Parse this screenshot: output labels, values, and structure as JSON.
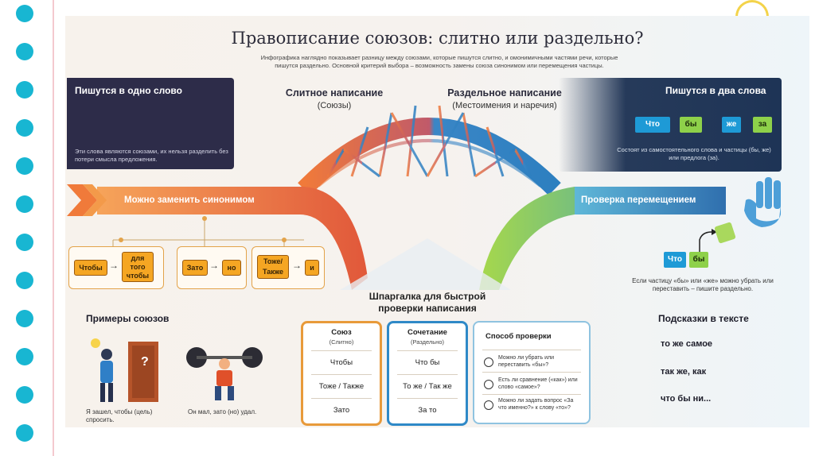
{
  "header": {
    "title": "Правописание союзов: слитно или раздельно?",
    "subtitle_line1": "Инфографика наглядно показывает разницу между союзами, которые пишутся слитно, и омонимичными частями речи, которые",
    "subtitle_line2": "пишутся раздельно. Основной критерий выбора – возможность замены союза синонимом или перемещения частицы."
  },
  "left_panel": {
    "heading": "Пишутся в одно слово",
    "description": "Эти слова являются союзами, их нельзя разделить без потери смысла предложения."
  },
  "right_panel": {
    "heading": "Пишутся в два слова",
    "words": [
      "Что",
      "бы",
      "же",
      "за"
    ],
    "description": "Состоят из самостоятельного слова и частицы (бы, же) или предлога (за)."
  },
  "columns": {
    "left_title": "Слитное написание",
    "left_sub": "(Союзы)",
    "right_title": "Раздельное написание",
    "right_sub": "(Местоимения и наречия)"
  },
  "ribbons": {
    "left": "Можно заменить синонимом",
    "right": "Проверка перемещением"
  },
  "synonyms": [
    {
      "from": "Чтобы",
      "to": "для того чтобы"
    },
    {
      "from": "Зато",
      "to": "но"
    },
    {
      "from": "Тоже/ Также",
      "to": "и"
    }
  ],
  "movement_demo": {
    "word1": "Что",
    "word2": "бы",
    "caption": "Если частицу «бы» или «же» можно убрать или переставить – пишите раздельно."
  },
  "cheat_sheet": {
    "title_line1": "Шпаргалка для быстрой",
    "title_line2": "проверки написания",
    "col1_head": "Союз",
    "col1_sub": "(Слитно)",
    "col1_rows": [
      "Чтобы",
      "Тоже / Также",
      "Зато"
    ],
    "col2_head": "Сочетание",
    "col2_sub": "(Раздельно)",
    "col2_rows": [
      "Что бы",
      "То же / Так же",
      "За то"
    ],
    "col3_head": "Способ проверки",
    "col3_rows": [
      "Можно ли убрать или переставить «бы»?",
      "Есть ли сравнение («как») или слово «самое»?",
      "Можно ли задать вопрос «За что именно?» к слову «то»?"
    ]
  },
  "examples": {
    "heading": "Примеры союзов",
    "example1": "Я зашел, чтобы (цель) спросить.",
    "example2": "Он мал, зато (но) удал."
  },
  "hints": {
    "heading": "Подсказки в тексте",
    "items": [
      "то же самое",
      "так же, как",
      "что бы ни..."
    ]
  },
  "colors": {
    "dots": "#18b6d2",
    "dark_panel": "#2d2c49",
    "orange": "#f08a3c",
    "blue": "#2f89c7",
    "chip": "#f5a623",
    "tile_blue": "#1e9ad6",
    "tile_green": "#8ed14a"
  }
}
